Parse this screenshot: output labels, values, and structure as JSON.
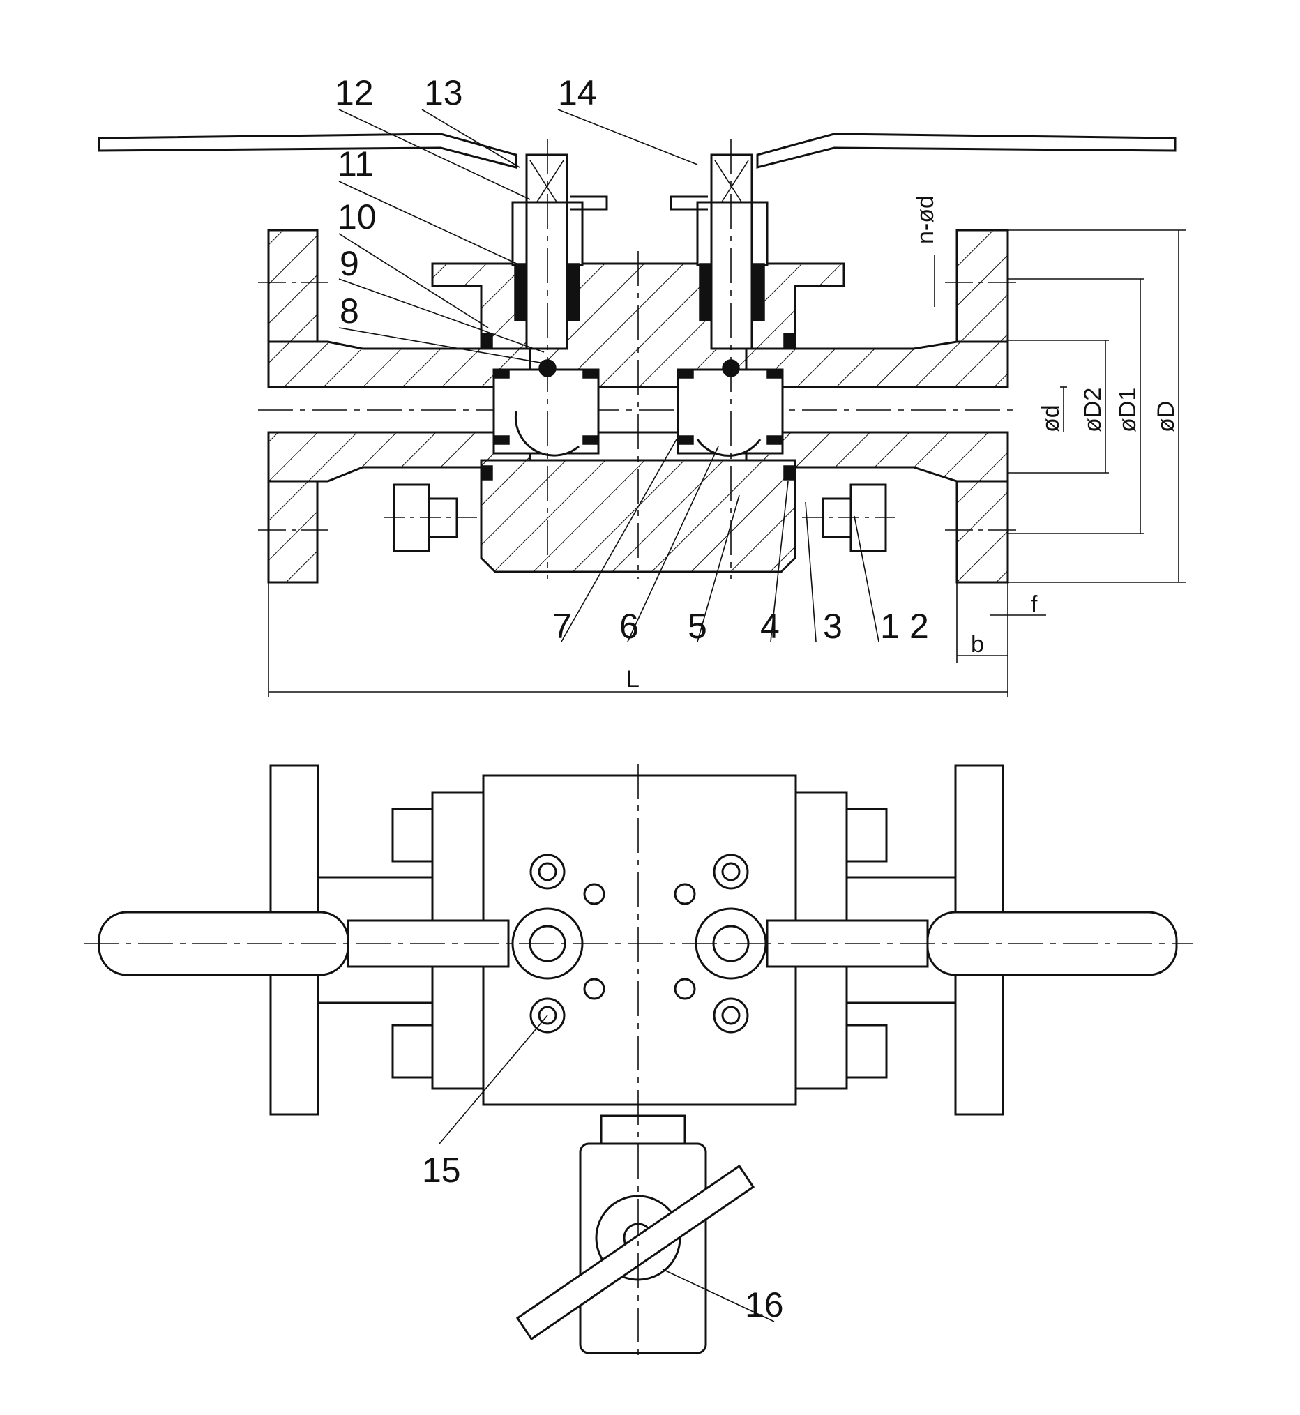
{
  "callouts": {
    "c1": "1",
    "c2": "2",
    "c3": "3",
    "c4": "4",
    "c5": "5",
    "c6": "6",
    "c7": "7",
    "c8": "8",
    "c9": "9",
    "c10": "10",
    "c11": "11",
    "c12": "12",
    "c13": "13",
    "c14": "14",
    "c15": "15",
    "c16": "16"
  },
  "dimensions": {
    "bore": "ød",
    "raised_face": "øD2",
    "bolt_circle": "øD1",
    "flange_od": "øD",
    "bolt_holes": "n-ød",
    "flange_thickness": "b",
    "raised_face_height": "f",
    "length": "L"
  }
}
